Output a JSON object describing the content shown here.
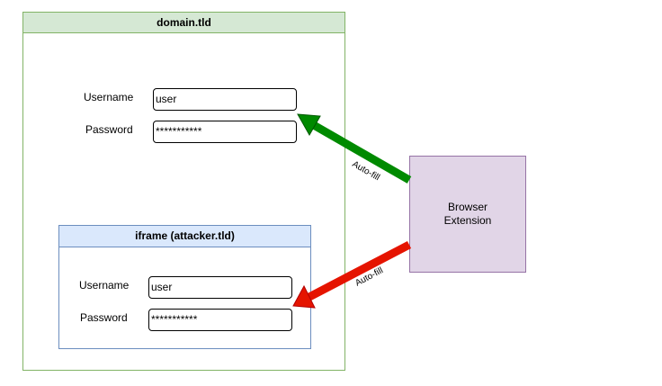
{
  "outer_frame": {
    "title": "domain.tld",
    "username_label": "Username",
    "username_value": "user",
    "password_label": "Password",
    "password_value": "***********"
  },
  "iframe": {
    "title": "iframe (attacker.tld)",
    "username_label": "Username",
    "username_value": "user",
    "password_label": "Password",
    "password_value": "***********"
  },
  "extension": {
    "label": "Browser Extension"
  },
  "arrows": {
    "top_label": "Auto-fill",
    "bottom_label": "Auto-fill"
  },
  "colors": {
    "outer_fill": "#d5e8d4",
    "outer_stroke": "#82b366",
    "iframe_fill": "#dae8fc",
    "iframe_stroke": "#6c8ebf",
    "extension_fill": "#e1d5e7",
    "extension_stroke": "#9673a6",
    "legit_arrow": "#008a00",
    "attack_arrow": "#e51400"
  }
}
